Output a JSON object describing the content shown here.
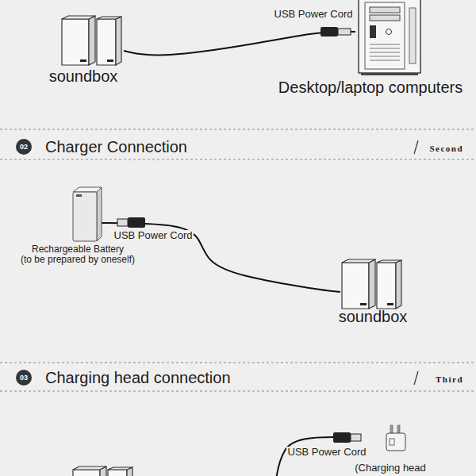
{
  "diagram": {
    "nodes": [
      {
        "text": [
          "soundbox"
        ]
      },
      {
        "text": [
          "Desktop/laptop computers"
        ]
      },
      {
        "text": [
          "02"
        ]
      },
      {
        "text": [
          "Rechargeable Battery",
          "(to be prepared by oneself)"
        ]
      },
      {
        "text": [
          "soundbox"
        ]
      },
      {
        "text": [
          "03"
        ]
      },
      {
        "text": [
          "(Charging head"
        ]
      }
    ],
    "edges": [
      {
        "from": 0,
        "to": 1,
        "arrow": "none",
        "label": "USB Power Cord"
      },
      {
        "from": 3,
        "to": 4,
        "arrow": "none",
        "label": "USB Power Cord"
      }
    ],
    "labels": [
      "Charger Connection",
      "Second",
      "Charging head connection",
      "Third",
      "USB Power Cord"
    ]
  }
}
